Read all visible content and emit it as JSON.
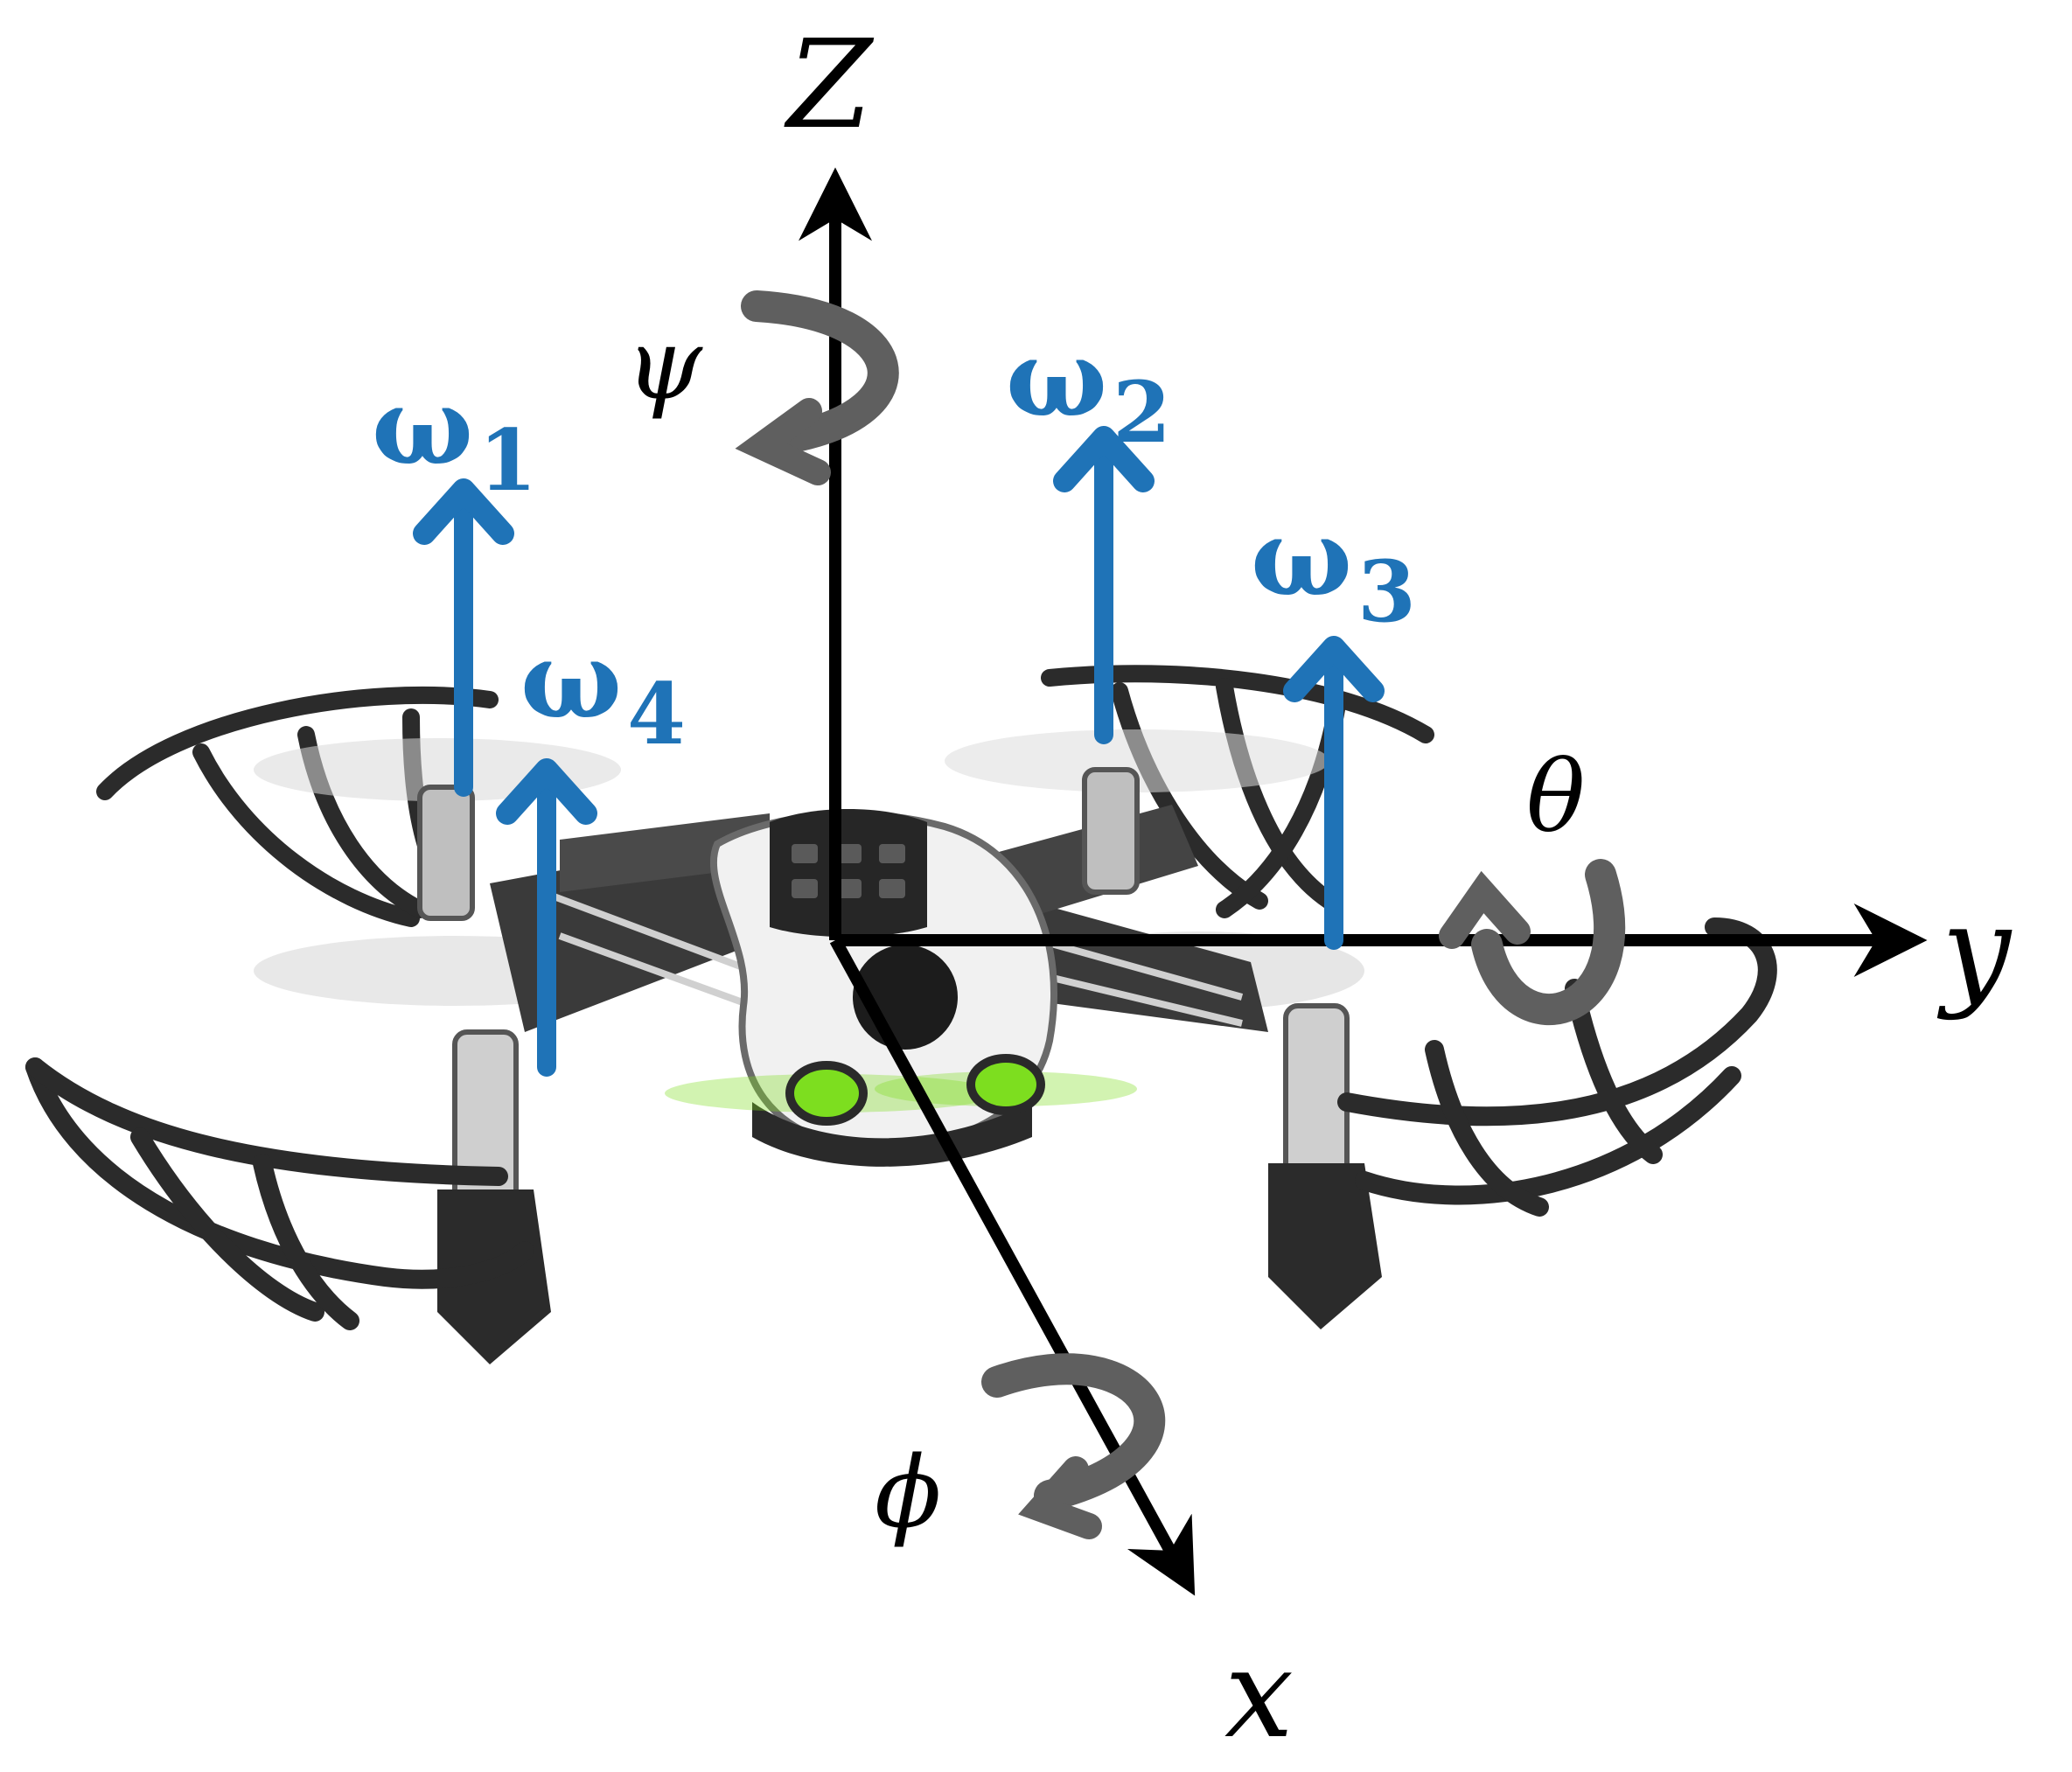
{
  "axes": {
    "z": "Z",
    "y": "y",
    "x": "x"
  },
  "rotations": {
    "yaw": "ψ",
    "pitch": "θ",
    "roll": "ϕ"
  },
  "rotors": {
    "w1": {
      "symbol": "ω",
      "index": "1"
    },
    "w2": {
      "symbol": "ω",
      "index": "2"
    },
    "w3": {
      "symbol": "ω",
      "index": "3"
    },
    "w4": {
      "symbol": "ω",
      "index": "4"
    }
  },
  "colors": {
    "rotor_arrow": "#1f73b7",
    "axis": "#000000",
    "rotation_arrow": "#5f5f5f",
    "drone_frame": "#2b2b2b",
    "drone_body": "#f1f1f1",
    "led": "#7dde1f"
  }
}
